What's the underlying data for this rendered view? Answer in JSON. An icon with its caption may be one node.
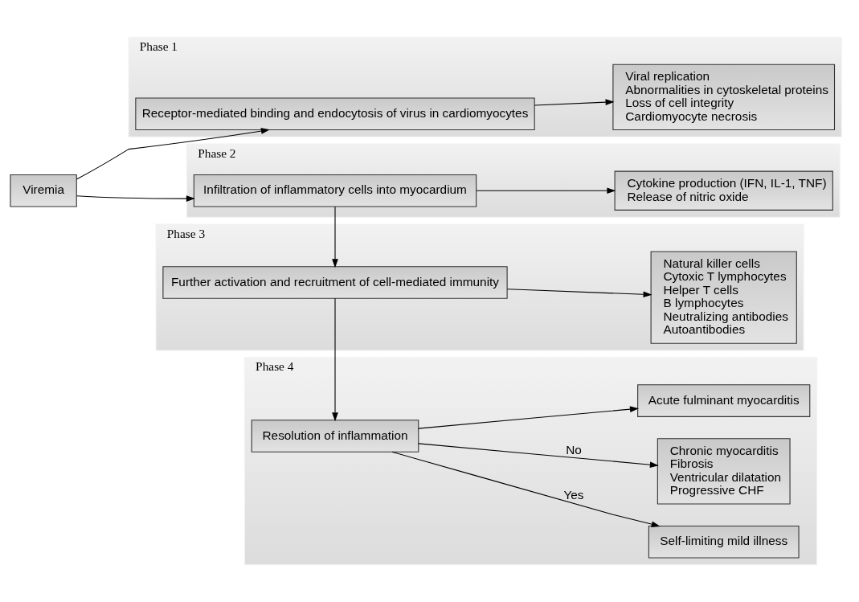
{
  "diagram": {
    "nodes": [
      {
        "text": [
          "Phase 1"
        ]
      },
      {
        "text": [
          "Receptor-mediated binding and endocytosis of virus in cardiomyocytes"
        ],
        "in": 0
      },
      {
        "text": [
          "Viral replication",
          "Abnormalities in cytoskeletal proteins",
          "Loss of cell integrity",
          "Cardiomyocyte necrosis"
        ],
        "in": 0
      },
      {
        "text": [
          "Viremia"
        ]
      },
      {
        "text": [
          "Phase 2"
        ]
      },
      {
        "text": [
          "Infiltration of inflammatory cells into myocardium"
        ],
        "in": 4
      },
      {
        "text": [
          "Cytokine production (IFN, IL-1, TNF)",
          "Release of nitric oxide"
        ],
        "in": 4
      },
      {
        "text": [
          "Phase 3"
        ]
      },
      {
        "text": [
          "Further activation and recruitment of cell-mediated immunity"
        ],
        "in": 7
      },
      {
        "text": [
          "Natural killer cells",
          "Cytoxic T lymphocytes",
          "Helper T cells",
          "B lymphocytes",
          "Neutralizing antibodies",
          "Autoantibodies"
        ],
        "in": 7
      },
      {
        "text": [
          "Phase 4"
        ]
      },
      {
        "text": [
          "Resolution of inflammation"
        ],
        "in": 10
      },
      {
        "text": [
          "Self-limiting mild illness"
        ],
        "in": 10
      },
      {
        "text": [
          "Chronic myocarditis",
          "Fibrosis",
          "Ventricular dilatation",
          "Progressive CHF"
        ],
        "in": 10
      },
      {
        "text": [
          "Acute fulminant myocarditis"
        ],
        "in": 10
      }
    ],
    "edges": [
      {
        "from": 3,
        "to": 1,
        "arrow": "to"
      },
      {
        "from": 3,
        "to": 5,
        "arrow": "to"
      },
      {
        "from": 1,
        "to": 2,
        "arrow": "to"
      },
      {
        "from": 5,
        "to": 6,
        "arrow": "to"
      },
      {
        "from": 5,
        "to": 8,
        "arrow": "to"
      },
      {
        "from": 8,
        "to": 9,
        "arrow": "to"
      },
      {
        "from": 8,
        "to": 11,
        "arrow": "to"
      },
      {
        "from": 11,
        "to": 12,
        "arrow": "to",
        "label": "Yes"
      },
      {
        "from": 11,
        "to": 13,
        "arrow": "to",
        "label": "No"
      },
      {
        "from": 11,
        "to": 14,
        "arrow": "to"
      }
    ]
  }
}
